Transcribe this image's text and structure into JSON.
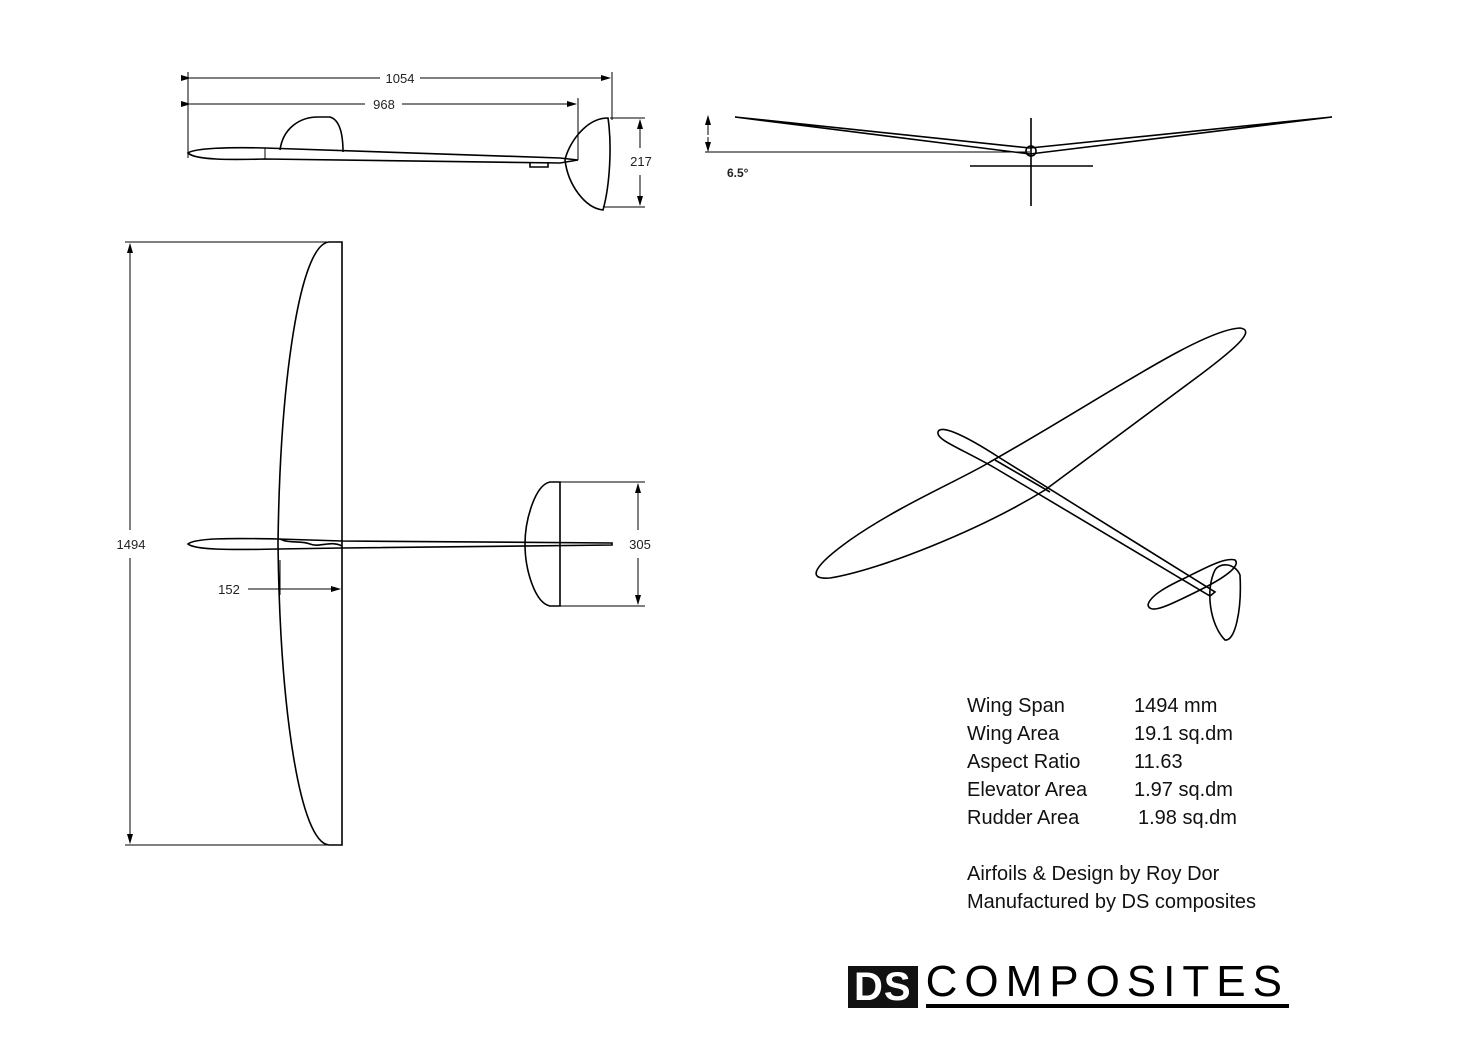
{
  "dimensions": {
    "length_overall": "1054",
    "fuselage_length": "968",
    "fin_height": "217",
    "dihedral": "6.5°",
    "wing_span": "1494",
    "stab_span": "305",
    "root_chord": "152"
  },
  "specs": [
    {
      "label": "Wing Span",
      "value": "1494 mm"
    },
    {
      "label": "Wing Area",
      "value": "19.1 sq.dm"
    },
    {
      "label": "Aspect Ratio",
      "value": "11.63"
    },
    {
      "label": "Elevator Area",
      "value": "1.97 sq.dm"
    },
    {
      "label": "Rudder Area",
      "value": "1.98 sq.dm"
    }
  ],
  "credits": {
    "design": "Airfoils & Design by Roy Dor",
    "manufacturer": "Manufactured by DS composites"
  },
  "logo": {
    "part1": "DS",
    "part2": "COMPOSITES",
    "accent": "#c8102e"
  }
}
